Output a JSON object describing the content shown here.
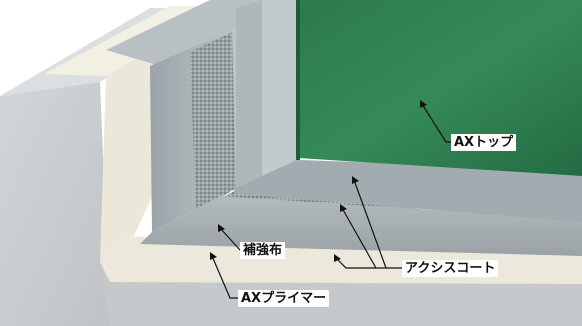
{
  "labels": {
    "ax_top": "AXトップ",
    "reinforcing_cloth": "補強布",
    "axcis_coat": "アクシスコート",
    "ax_primer": "AXプライマー"
  },
  "colors": {
    "concrete": "#c9ccce",
    "primer_cream": "#ece9dc",
    "coat_silver": "#a9b2b6",
    "mesh_gray": "#8f969a",
    "topcoat_green": "#2f7d50",
    "leader_line": "#111111"
  }
}
